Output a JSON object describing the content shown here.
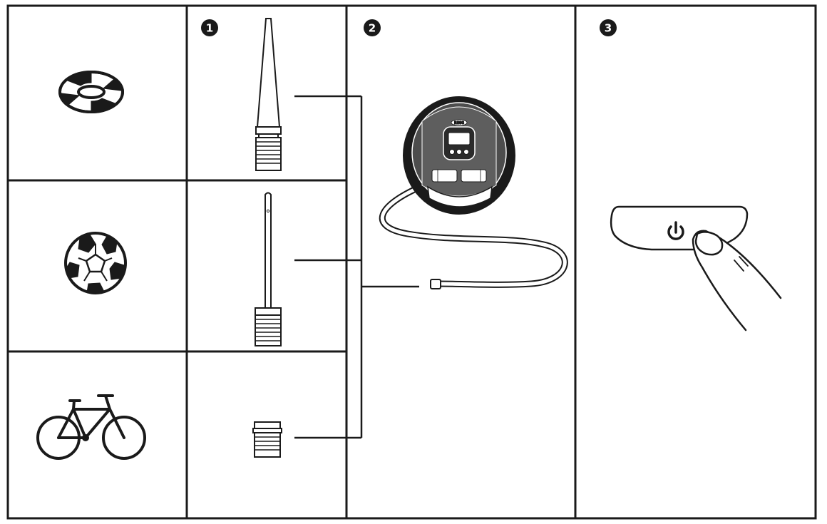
{
  "diagram": {
    "steps": [
      {
        "number": "1",
        "label_role": "adapter-nozzles"
      },
      {
        "number": "2",
        "label_role": "compressor"
      },
      {
        "number": "3",
        "label_role": "power-button"
      }
    ],
    "items": [
      {
        "icon": "swim-ring-icon",
        "adapter": "cone-nozzle-icon"
      },
      {
        "icon": "soccer-ball-icon",
        "adapter": "needle-valve-icon"
      },
      {
        "icon": "bicycle-icon",
        "adapter": "presta-adapter-icon"
      }
    ],
    "compressor": {
      "brand_mark": "RING",
      "icon": "tyre-inflator-icon"
    },
    "power": {
      "icon": "power-symbol-icon"
    },
    "colors": {
      "line": "#1a1a1a",
      "fill_dark": "#1a1a1a",
      "background": "#ffffff"
    }
  }
}
